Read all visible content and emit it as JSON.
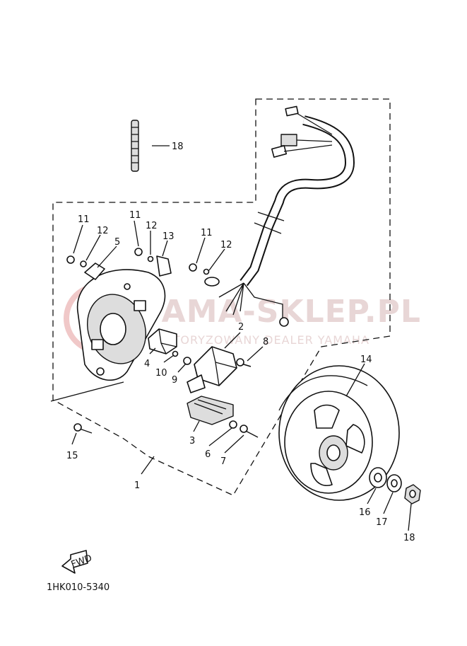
{
  "labels": {
    "l1": "1",
    "l2": "2",
    "l3": "3",
    "l4": "4",
    "l5": "5",
    "l6": "6",
    "l7": "7",
    "l8": "8",
    "l9": "9",
    "l10": "10",
    "l11a": "11",
    "l11b": "11",
    "l11c": "11",
    "l12a": "12",
    "l12b": "12",
    "l12c": "12",
    "l13": "13",
    "l14": "14",
    "l15": "15",
    "l16": "16",
    "l17": "17",
    "l18a": "18",
    "l18b": "18"
  },
  "fwd_arrow": "FWD",
  "diagram_code": "1HK010-5340",
  "watermark": {
    "brand": "YAMA-SKLEP.PL",
    "tagline": "AUTORYZOWANY DEALER YAMAHA"
  }
}
